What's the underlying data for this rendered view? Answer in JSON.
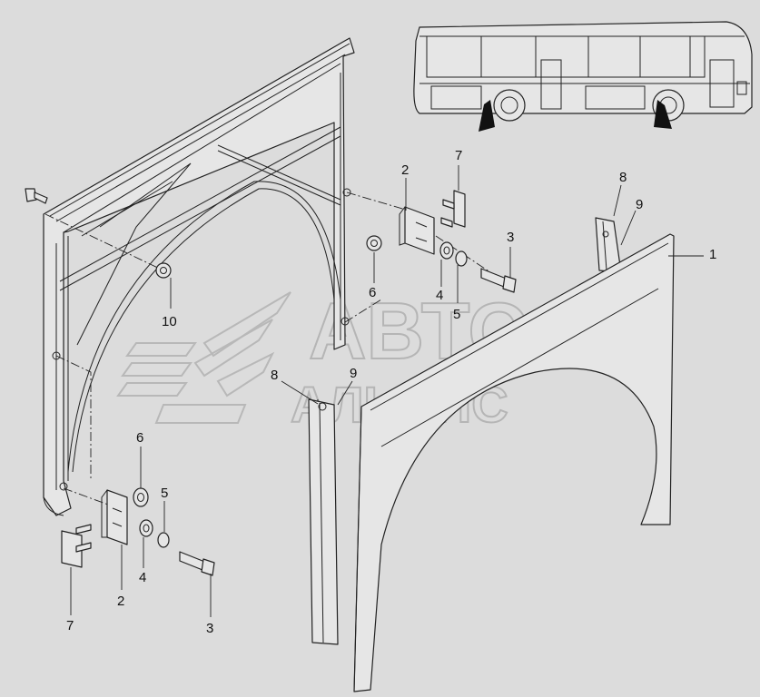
{
  "watermark": {
    "line1": "АВТО",
    "line2": "АЛЬЯНС"
  },
  "callouts": [
    {
      "id": "c1",
      "text": "1"
    },
    {
      "id": "c2a",
      "text": "2"
    },
    {
      "id": "c2b",
      "text": "2"
    },
    {
      "id": "c3a",
      "text": "3"
    },
    {
      "id": "c3b",
      "text": "3"
    },
    {
      "id": "c4a",
      "text": "4"
    },
    {
      "id": "c4b",
      "text": "4"
    },
    {
      "id": "c5a",
      "text": "5"
    },
    {
      "id": "c5b",
      "text": "5"
    },
    {
      "id": "c6a",
      "text": "6"
    },
    {
      "id": "c6b",
      "text": "6"
    },
    {
      "id": "c7a",
      "text": "7"
    },
    {
      "id": "c7b",
      "text": "7"
    },
    {
      "id": "c8a",
      "text": "8"
    },
    {
      "id": "c8b",
      "text": "8"
    },
    {
      "id": "c9a",
      "text": "9"
    },
    {
      "id": "c9b",
      "text": "9"
    },
    {
      "id": "c10",
      "text": "10"
    }
  ],
  "colors": {
    "background": "#dcdcdc",
    "line": "#222222",
    "watermark": "#b5b5b5"
  }
}
